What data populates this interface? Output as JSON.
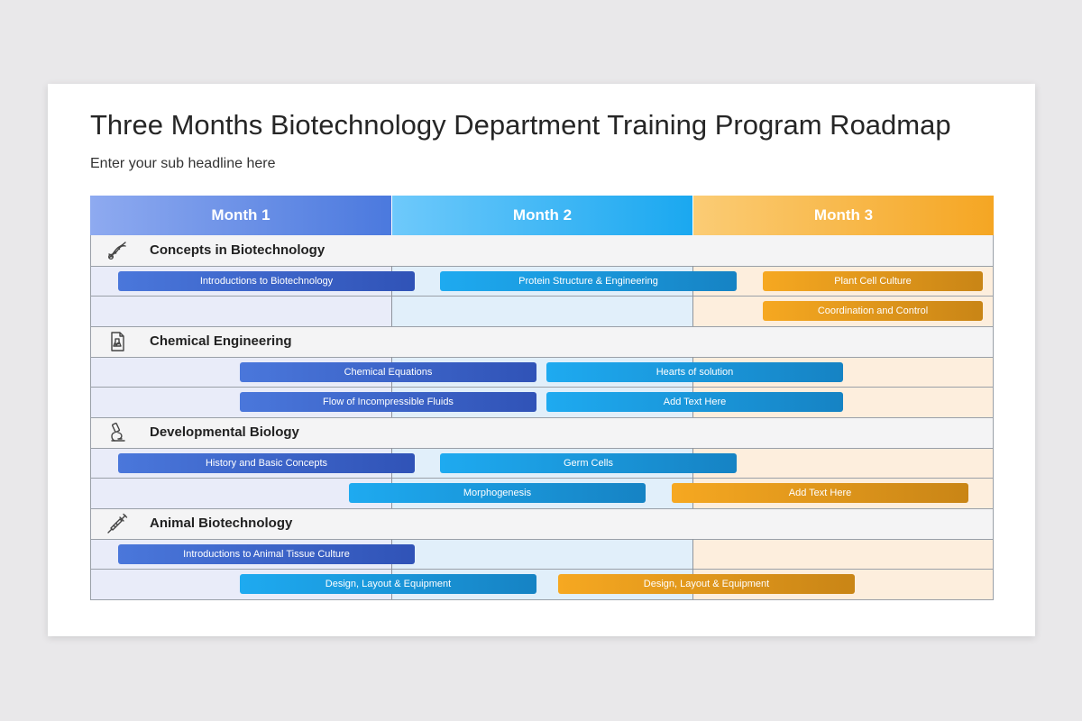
{
  "title": "Three Months Biotechnology Department Training Program Roadmap",
  "subtitle": "Enter your sub headline here",
  "months": [
    "Month 1",
    "Month 2",
    "Month 3"
  ],
  "colors": {
    "month1": "#4b79de",
    "month2": "#1aa8f0",
    "month3": "#f5a623"
  },
  "categories": [
    {
      "label": "Concepts in Biotechnology",
      "icon": "dna-strand-icon",
      "tasks": [
        [
          {
            "label": "Introductions to Biotechnology",
            "color": "c1"
          },
          {
            "label": "Protein Structure & Engineering",
            "color": "c2"
          },
          {
            "label": "Plant Cell Culture",
            "color": "c3"
          }
        ],
        [
          {
            "label": "Coordination and Control",
            "color": "c3"
          }
        ]
      ]
    },
    {
      "label": "Chemical Engineering",
      "icon": "chemistry-document-icon",
      "tasks": [
        [
          {
            "label": "Chemical Equations",
            "color": "c1"
          },
          {
            "label": "Hearts of solution",
            "color": "c2"
          }
        ],
        [
          {
            "label": "Flow of Incompressible Fluids",
            "color": "c1"
          },
          {
            "label": "Add Text Here",
            "color": "c2"
          }
        ]
      ]
    },
    {
      "label": "Developmental Biology",
      "icon": "microscope-icon",
      "tasks": [
        [
          {
            "label": "History and Basic Concepts",
            "color": "c1"
          },
          {
            "label": "Germ Cells",
            "color": "c2"
          }
        ],
        [
          {
            "label": "Morphogenesis",
            "color": "c2"
          },
          {
            "label": "Add Text Here",
            "color": "c3"
          }
        ]
      ]
    },
    {
      "label": "Animal Biotechnology",
      "icon": "syringe-icon",
      "tasks": [
        [
          {
            "label": "Introductions to Animal Tissue Culture",
            "color": "c1"
          }
        ],
        [
          {
            "label": "Design, Layout & Equipment",
            "color": "c2"
          },
          {
            "label": "Design, Layout & Equipment",
            "color": "c3"
          }
        ]
      ]
    }
  ]
}
